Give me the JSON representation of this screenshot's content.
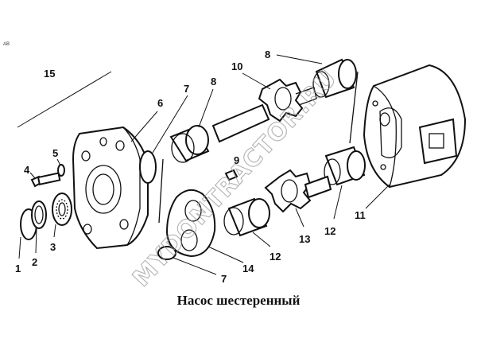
{
  "corner_mark": "AB",
  "caption": "Насос шестеренный",
  "watermark": "MYDONTRACTOR.RU",
  "callouts": {
    "p1": "1",
    "p2": "2",
    "p3": "3",
    "p4": "4",
    "p5": "5",
    "p6": "6",
    "p7a": "7",
    "p7b": "7",
    "p8a": "8",
    "p8b": "8",
    "p9": "9",
    "p10": "10",
    "p11": "11",
    "p12a": "12",
    "p12b": "12",
    "p13": "13",
    "p14": "14",
    "p15": "15"
  }
}
